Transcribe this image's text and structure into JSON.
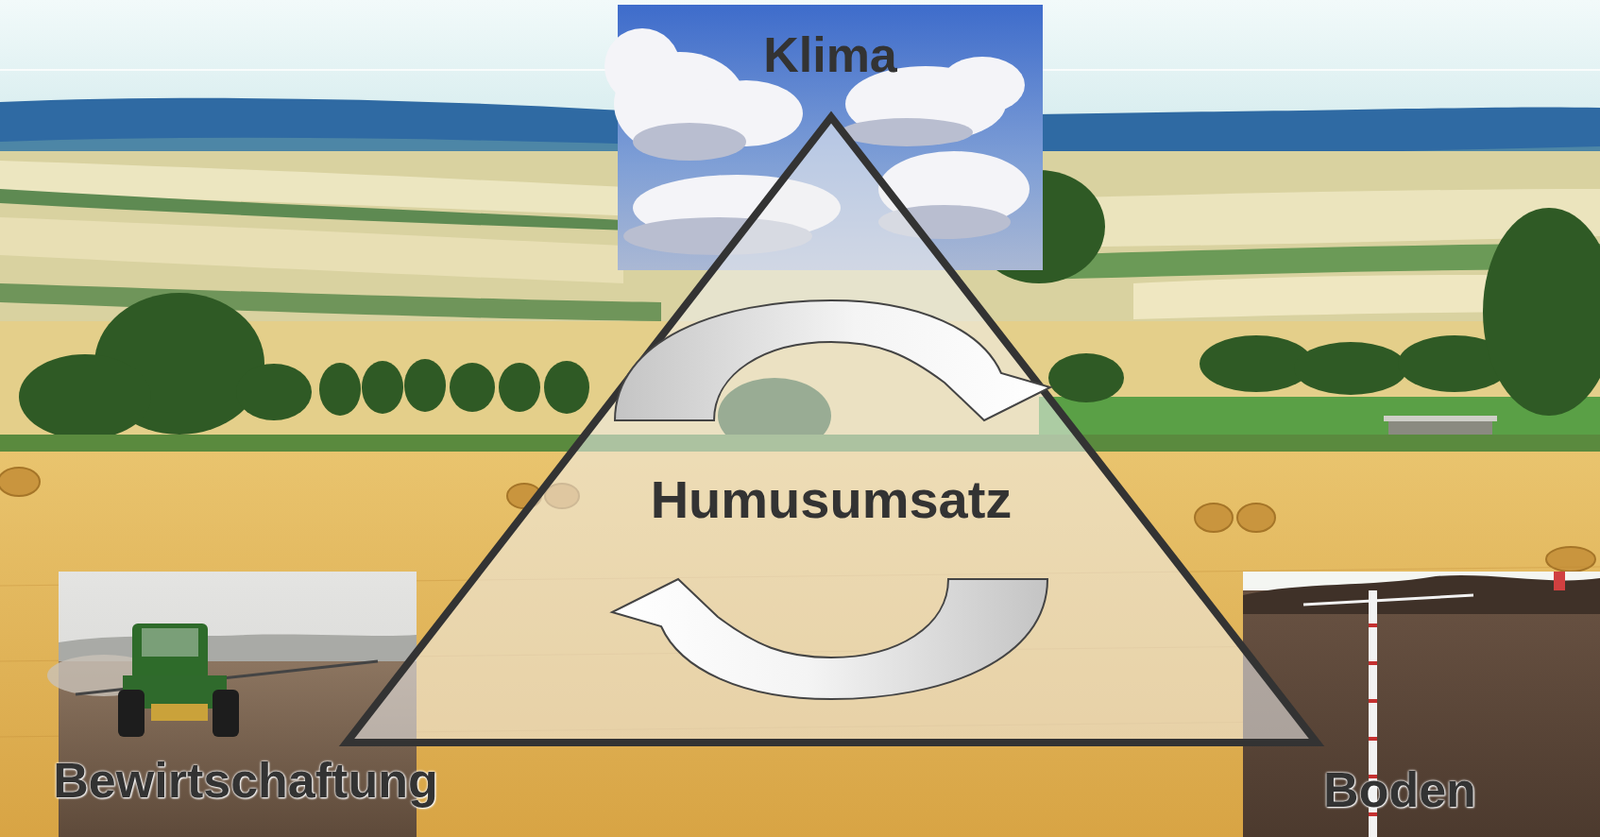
{
  "diagram": {
    "nodes": [
      {
        "text": [
          "Klima"
        ]
      },
      {
        "text": [
          "Humusumsatz"
        ]
      },
      {
        "text": [
          "Bewirtschaftung"
        ]
      },
      {
        "text": [
          "Boden"
        ]
      }
    ]
  }
}
